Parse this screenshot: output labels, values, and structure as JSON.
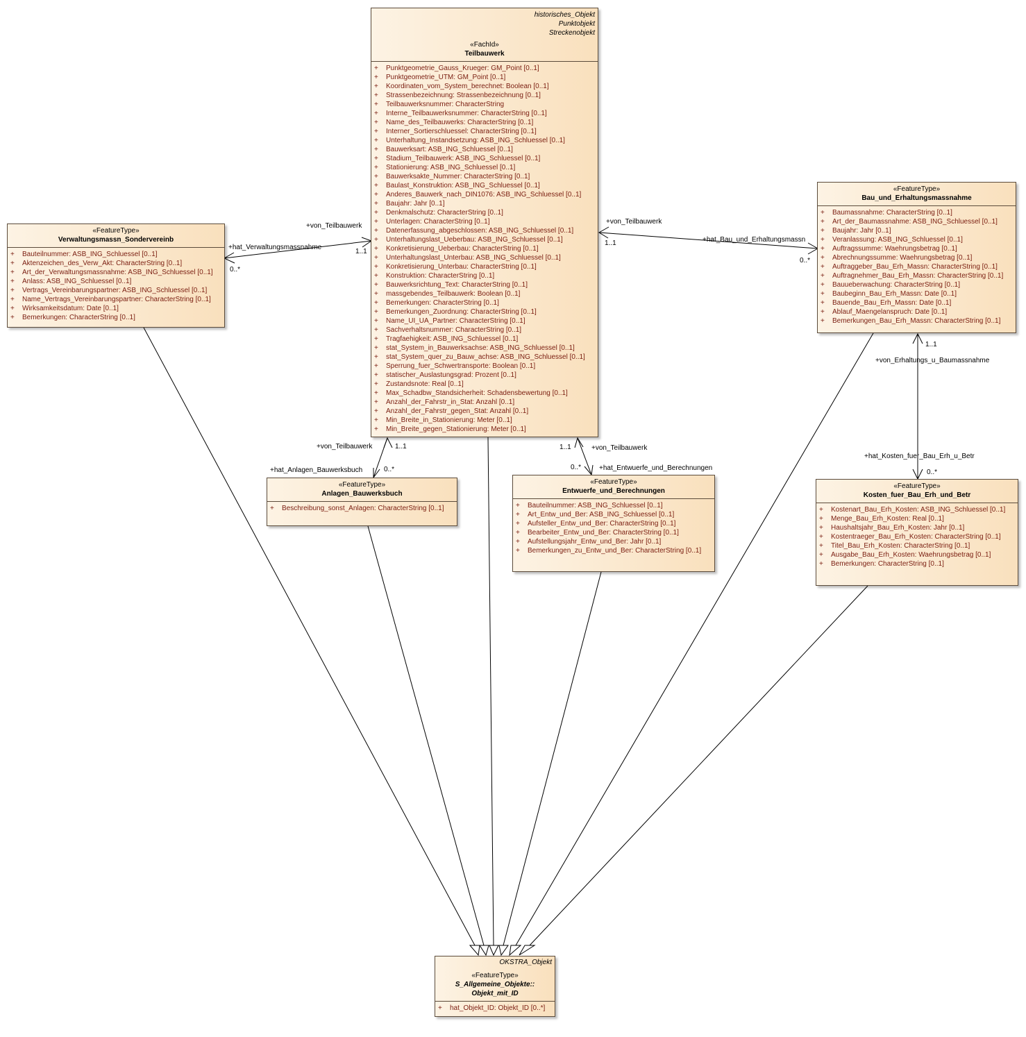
{
  "classes": {
    "teilbauwerk": {
      "parents": [
        "historisches_Objekt",
        "Punktobjekt",
        "Streckenobjekt"
      ],
      "stereotype": "«FachId»",
      "name": "Teilbauwerk",
      "attributes": [
        "Punktgeometrie_Gauss_Krueger: GM_Point [0..1]",
        "Punktgeometrie_UTM: GM_Point [0..1]",
        "Koordinaten_vom_System_berechnet: Boolean [0..1]",
        "Strassenbezeichnung: Strassenbezeichnung [0..1]",
        "Teilbauwerksnummer: CharacterString",
        "Interne_Teilbauwerksnummer: CharacterString [0..1]",
        "Name_des_Teilbauwerks: CharacterString [0..1]",
        "Interner_Sortierschluessel: CharacterString [0..1]",
        "Unterhaltung_Instandsetzung: ASB_ING_Schluessel [0..1]",
        "Bauwerksart: ASB_ING_Schluessel [0..1]",
        "Stadium_Teilbauwerk: ASB_ING_Schluessel [0..1]",
        "Stationierung: ASB_ING_Schluessel [0..1]",
        "Bauwerksakte_Nummer: CharacterString [0..1]",
        "Baulast_Konstruktion: ASB_ING_Schluessel [0..1]",
        "Anderes_Bauwerk_nach_DIN1076: ASB_ING_Schluessel [0..1]",
        "Baujahr: Jahr [0..1]",
        "Denkmalschutz: CharacterString [0..1]",
        "Unterlagen: CharacterString [0..1]",
        "Datenerfassung_abgeschlossen: ASB_ING_Schluessel [0..1]",
        "Unterhaltungslast_Ueberbau: ASB_ING_Schluessel [0..1]",
        "Konkretisierung_Ueberbau: CharacterString [0..1]",
        "Unterhaltungslast_Unterbau: ASB_ING_Schluessel [0..1]",
        "Konkretisierung_Unterbau: CharacterString [0..1]",
        "Konstruktion: CharacterString [0..1]",
        "Bauwerksrichtung_Text: CharacterString [0..1]",
        "massgebendes_Teilbauwerk: Boolean [0..1]",
        "Bemerkungen: CharacterString [0..1]",
        "Bemerkungen_Zuordnung: CharacterString [0..1]",
        "Name_UI_UA_Partner: CharacterString [0..1]",
        "Sachverhaltsnummer: CharacterString [0..1]",
        "Tragfaehigkeit: ASB_ING_Schluessel [0..1]",
        "stat_System_in_Bauwerksachse: ASB_ING_Schluessel [0..1]",
        "stat_System_quer_zu_Bauw_achse: ASB_ING_Schluessel [0..1]",
        "Sperrung_fuer_Schwertransporte: Boolean [0..1]",
        "statischer_Auslastungsgrad: Prozent [0..1]",
        "Zustandsnote: Real [0..1]",
        "Max_Schadbw_Standsicherheit: Schadensbewertung [0..1]",
        "Anzahl_der_Fahrstr_in_Stat: Anzahl [0..1]",
        "Anzahl_der_Fahrstr_gegen_Stat: Anzahl [0..1]",
        "Min_Breite_in_Stationierung: Meter [0..1]",
        "Min_Breite_gegen_Stationierung: Meter [0..1]"
      ]
    },
    "verwaltung": {
      "stereotype": "«FeatureType»",
      "name": "Verwaltungsmassn_Sondervereinb",
      "attributes": [
        "Bauteilnummer: ASB_ING_Schluessel [0..1]",
        "Aktenzeichen_des_Verw_Akt: CharacterString [0..1]",
        "Art_der_Verwaltungsmassnahme: ASB_ING_Schluessel [0..1]",
        "Anlass: ASB_ING_Schluessel [0..1]",
        "Vertrags_Vereinbarungspartner: ASB_ING_Schluessel [0..1]",
        "Name_Vertrags_Vereinbarungspartner: CharacterString [0..1]",
        "Wirksamkeitsdatum: Date [0..1]",
        "Bemerkungen: CharacterString [0..1]"
      ]
    },
    "bau": {
      "stereotype": "«FeatureType»",
      "name": "Bau_und_Erhaltungsmassnahme",
      "attributes": [
        "Baumassnahme: CharacterString [0..1]",
        "Art_der_Baumassnahme: ASB_ING_Schluessel [0..1]",
        "Baujahr: Jahr [0..1]",
        "Veranlassung: ASB_ING_Schluessel [0..1]",
        "Auftragssumme: Waehrungsbetrag [0..1]",
        "Abrechnungssumme: Waehrungsbetrag [0..1]",
        "Auftraggeber_Bau_Erh_Massn: CharacterString [0..1]",
        "Auftragnehmer_Bau_Erh_Massn: CharacterString [0..1]",
        "Bauueberwachung: CharacterString [0..1]",
        "Baubeginn_Bau_Erh_Massn: Date [0..1]",
        "Bauende_Bau_Erh_Massn: Date [0..1]",
        "Ablauf_Maengelanspruch: Date [0..1]",
        "Bemerkungen_Bau_Erh_Massn: CharacterString [0..1]"
      ]
    },
    "anlagen": {
      "stereotype": "«FeatureType»",
      "name": "Anlagen_Bauwerksbuch",
      "attributes": [
        "Beschreibung_sonst_Anlagen: CharacterString [0..1]"
      ]
    },
    "entwuerfe": {
      "stereotype": "«FeatureType»",
      "name": "Entwuerfe_und_Berechnungen",
      "attributes": [
        "Bauteilnummer: ASB_ING_Schluessel [0..1]",
        "Art_Entw_und_Ber: ASB_ING_Schluessel [0..1]",
        "Aufsteller_Entw_und_Ber: CharacterString [0..1]",
        "Bearbeiter_Entw_und_Ber: CharacterString [0..1]",
        "Aufstellungsjahr_Entw_und_Ber: Jahr [0..1]",
        "Bemerkungen_zu_Entw_und_Ber: CharacterString [0..1]"
      ]
    },
    "kosten": {
      "stereotype": "«FeatureType»",
      "name": "Kosten_fuer_Bau_Erh_und_Betr",
      "attributes": [
        "Kostenart_Bau_Erh_Kosten: ASB_ING_Schluessel [0..1]",
        "Menge_Bau_Erh_Kosten: Real [0..1]",
        "Haushaltsjahr_Bau_Erh_Kosten: Jahr [0..1]",
        "Kostentraeger_Bau_Erh_Kosten: CharacterString [0..1]",
        "Titel_Bau_Erh_Kosten: CharacterString [0..1]",
        "Ausgabe_Bau_Erh_Kosten: Waehrungsbetrag [0..1]",
        "Bemerkungen: CharacterString [0..1]"
      ]
    },
    "objekt": {
      "parent": "OKSTRA_Objekt",
      "stereotype": "«FeatureType»",
      "name_line1": "S_Allgemeine_Objekte::",
      "name_line2": "Objekt_mit_ID",
      "attributes": [
        "hat_Objekt_ID: Objekt_ID [0..*]"
      ]
    }
  },
  "plus_sign": "+",
  "labels": {
    "verw_von": "+von_Teilbauwerk",
    "verw_hat": "+hat_Verwaltungsmassnahme",
    "verw_mult_tb": "1..1",
    "verw_mult_v": "0..*",
    "bau_von": "+von_Teilbauwerk",
    "bau_mult_tb": "1..1",
    "bau_hat": "+hat_Bau_und_Erhaltungsmassn",
    "bau_mult_b": "0..*",
    "anl_von": "+von_Teilbauwerk",
    "anl_mult_tb": "1..1",
    "anl_hat": "+hat_Anlagen_Bauwerksbuch",
    "anl_mult_a": "0..*",
    "ent_mult_tb": "1..1",
    "ent_von": "+von_Teilbauwerk",
    "ent_mult_e": "0..*",
    "ent_hat": "+hat_Entwuerfe_und_Berechnungen",
    "kos_mult_b": "1..1",
    "kos_von": "+von_Erhaltungs_u_Baumassnahme",
    "kos_hat": "+hat_Kosten_fuer_Bau_Erh_u_Betr",
    "kos_mult_k": "0..*"
  }
}
